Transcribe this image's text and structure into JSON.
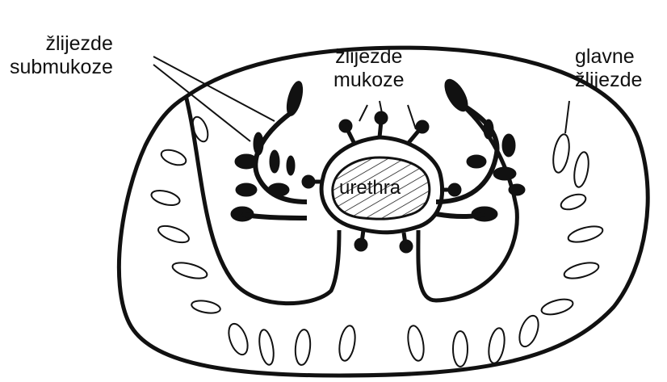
{
  "labels": {
    "submucosa": [
      "žlijezde",
      "submukoze"
    ],
    "mucosa": [
      "žlijezde",
      "mukoze"
    ],
    "main": [
      "glavne",
      "žlijezde"
    ],
    "urethra": "urethra"
  },
  "colors": {
    "ink": "#111111",
    "background": "#ffffff"
  }
}
